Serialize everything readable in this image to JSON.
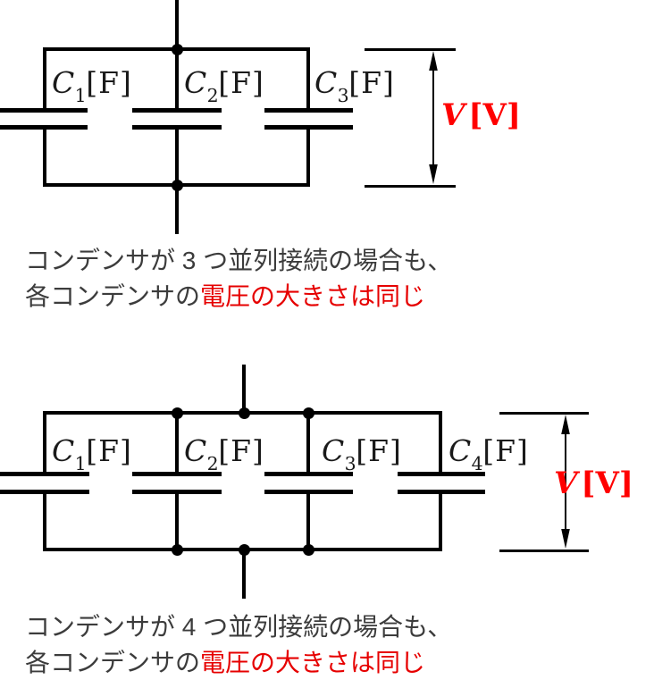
{
  "colors": {
    "line": "#000000",
    "label": "#1a1a1a",
    "voltage_red": "#ff0000",
    "caption_red": "#e60000",
    "caption_gray": "#3c3c3c"
  },
  "circuit1": {
    "capacitors": [
      {
        "symbol": "C",
        "sub": "1",
        "unit": "[F]"
      },
      {
        "symbol": "C",
        "sub": "2",
        "unit": "[F]"
      },
      {
        "symbol": "C",
        "sub": "3",
        "unit": "[F]"
      }
    ],
    "voltage": {
      "symbol": "V",
      "unit": "[V]"
    },
    "caption": {
      "line1": "コンデンサが 3 つ並列接続の場合も、",
      "line2_black": "各コンデンサの",
      "line2_red": "電圧の大きさは同じ"
    }
  },
  "circuit2": {
    "capacitors": [
      {
        "symbol": "C",
        "sub": "1",
        "unit": "[F]"
      },
      {
        "symbol": "C",
        "sub": "2",
        "unit": "[F]"
      },
      {
        "symbol": "C",
        "sub": "3",
        "unit": "[F]"
      },
      {
        "symbol": "C",
        "sub": "4",
        "unit": "[F]"
      }
    ],
    "voltage": {
      "symbol": "V",
      "unit": "[V]"
    },
    "caption": {
      "line1": "コンデンサが 4 つ並列接続の場合も、",
      "line2_black": "各コンデンサの",
      "line2_red": "電圧の大きさは同じ"
    }
  }
}
